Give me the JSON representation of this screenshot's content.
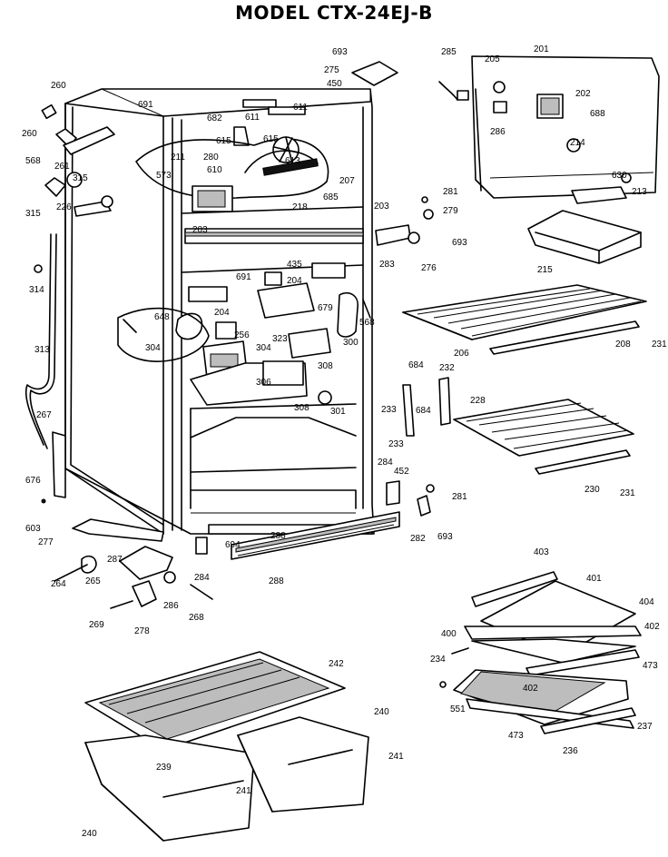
{
  "title": "MODEL CTX-24EJ-B",
  "parts": [
    {
      "num": "693"
    },
    {
      "num": "275"
    },
    {
      "num": "450"
    },
    {
      "num": "285"
    },
    {
      "num": "205"
    },
    {
      "num": "201"
    },
    {
      "num": "202"
    },
    {
      "num": "688"
    },
    {
      "num": "286"
    },
    {
      "num": "214"
    },
    {
      "num": "630"
    },
    {
      "num": "213"
    },
    {
      "num": "260"
    },
    {
      "num": "691"
    },
    {
      "num": "682"
    },
    {
      "num": "611"
    },
    {
      "num": "611"
    },
    {
      "num": "260"
    },
    {
      "num": "211"
    },
    {
      "num": "280"
    },
    {
      "num": "615"
    },
    {
      "num": "615"
    },
    {
      "num": "613"
    },
    {
      "num": "610"
    },
    {
      "num": "261"
    },
    {
      "num": "568"
    },
    {
      "num": "315"
    },
    {
      "num": "573"
    },
    {
      "num": "207"
    },
    {
      "num": "685"
    },
    {
      "num": "315"
    },
    {
      "num": "226"
    },
    {
      "num": "281"
    },
    {
      "num": "203"
    },
    {
      "num": "279"
    },
    {
      "num": "218"
    },
    {
      "num": "203"
    },
    {
      "num": "693"
    },
    {
      "num": "283"
    },
    {
      "num": "276"
    },
    {
      "num": "215"
    },
    {
      "num": "435"
    },
    {
      "num": "691"
    },
    {
      "num": "204"
    },
    {
      "num": "314"
    },
    {
      "num": "679"
    },
    {
      "num": "648"
    },
    {
      "num": "204"
    },
    {
      "num": "568"
    },
    {
      "num": "206"
    },
    {
      "num": "208"
    },
    {
      "num": "231"
    },
    {
      "num": "313"
    },
    {
      "num": "304"
    },
    {
      "num": "256"
    },
    {
      "num": "304"
    },
    {
      "num": "323"
    },
    {
      "num": "300"
    },
    {
      "num": "308"
    },
    {
      "num": "684"
    },
    {
      "num": "232"
    },
    {
      "num": "306"
    },
    {
      "num": "308"
    },
    {
      "num": "301"
    },
    {
      "num": "233"
    },
    {
      "num": "684"
    },
    {
      "num": "228"
    },
    {
      "num": "267"
    },
    {
      "num": "233"
    },
    {
      "num": "284"
    },
    {
      "num": "452"
    },
    {
      "num": "230"
    },
    {
      "num": "231"
    },
    {
      "num": "676"
    },
    {
      "num": "281"
    },
    {
      "num": "603"
    },
    {
      "num": "277"
    },
    {
      "num": "288"
    },
    {
      "num": "282"
    },
    {
      "num": "693"
    },
    {
      "num": "694"
    },
    {
      "num": "264"
    },
    {
      "num": "265"
    },
    {
      "num": "287"
    },
    {
      "num": "286"
    },
    {
      "num": "284"
    },
    {
      "num": "288"
    },
    {
      "num": "403"
    },
    {
      "num": "401"
    },
    {
      "num": "404"
    },
    {
      "num": "278"
    },
    {
      "num": "269"
    },
    {
      "num": "268"
    },
    {
      "num": "400"
    },
    {
      "num": "402"
    },
    {
      "num": "234"
    },
    {
      "num": "473"
    },
    {
      "num": "402"
    },
    {
      "num": "242"
    },
    {
      "num": "551"
    },
    {
      "num": "240"
    },
    {
      "num": "237"
    },
    {
      "num": "473"
    },
    {
      "num": "236"
    },
    {
      "num": "239"
    },
    {
      "num": "241"
    },
    {
      "num": "241"
    },
    {
      "num": "240"
    }
  ]
}
